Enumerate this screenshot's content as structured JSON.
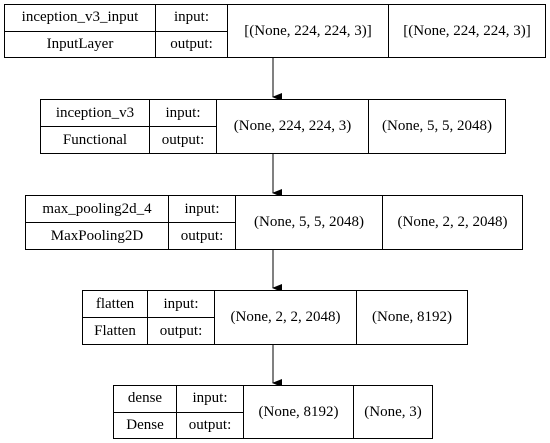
{
  "input_label": "input:",
  "output_label": "output:",
  "layers": [
    {
      "name": "inception_v3_input",
      "type": "InputLayer",
      "input_shape": "[(None, 224, 224, 3)]",
      "output_shape": "[(None, 224, 224, 3)]"
    },
    {
      "name": "inception_v3",
      "type": "Functional",
      "input_shape": "(None, 224, 224, 3)",
      "output_shape": "(None, 5, 5, 2048)"
    },
    {
      "name": "max_pooling2d_4",
      "type": "MaxPooling2D",
      "input_shape": "(None, 5, 5, 2048)",
      "output_shape": "(None, 2, 2, 2048)"
    },
    {
      "name": "flatten",
      "type": "Flatten",
      "input_shape": "(None, 2, 2, 2048)",
      "output_shape": "(None, 8192)"
    },
    {
      "name": "dense",
      "type": "Dense",
      "input_shape": "(None, 8192)",
      "output_shape": "(None, 3)"
    }
  ]
}
